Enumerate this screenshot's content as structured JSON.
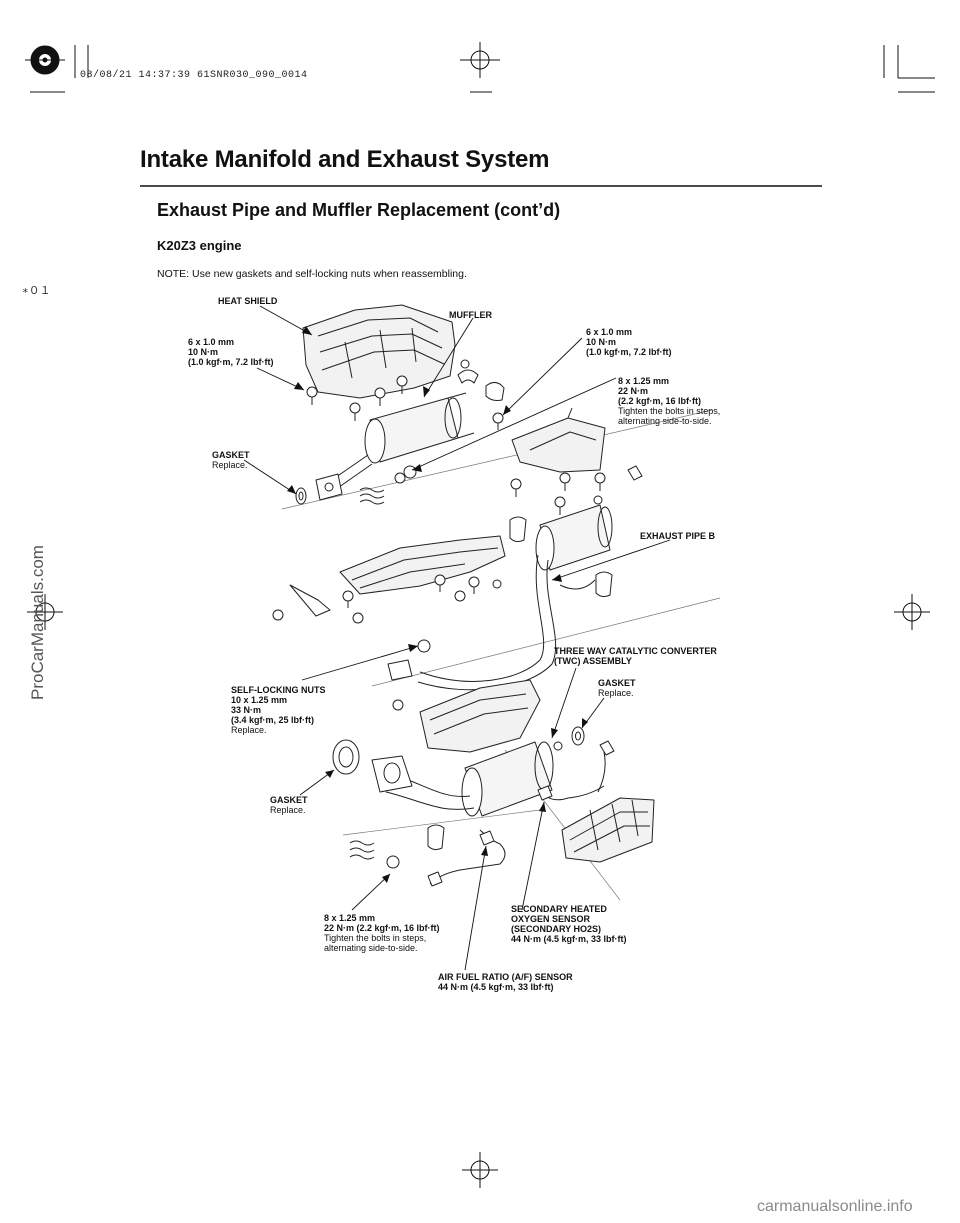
{
  "header": {
    "print_stamp": "08/08/21 14:37:39 61SNR030_090_0014",
    "title": "Intake Manifold and Exhaust System",
    "section_title": "Exhaust Pipe and Muffler Replacement (cont’d)",
    "engine_label": "K20Z3 engine",
    "note": "NOTE: Use new gaskets and self-locking nuts when reassembling."
  },
  "margin_ref": "∗０１",
  "callouts": {
    "heat_shield": {
      "title": "HEAT SHIELD"
    },
    "muffler": {
      "title": "MUFFLER"
    },
    "bolt_left": {
      "lines": [
        "6 x 1.0 mm",
        "10 N·m",
        "(1.0 kgf·m, 7.2 lbf·ft)"
      ]
    },
    "bolt_right": {
      "lines": [
        "6 x 1.0 mm",
        "10 N·m",
        "(1.0 kgf·m, 7.2 lbf·ft)"
      ]
    },
    "bolt_upper_steps": {
      "lines": [
        "8 x 1.25 mm",
        "22 N·m",
        "(2.2 kgf·m, 16 lbf·ft)"
      ],
      "notes": [
        "Tighten the bolts in steps,",
        "alternating side-to-side."
      ]
    },
    "gasket_upper": {
      "title": "GASKET",
      "note": "Replace."
    },
    "exhaust_pipe_b": {
      "title": "EXHAUST PIPE B"
    },
    "twc": {
      "lines": [
        "THREE WAY CATALYTIC CONVERTER",
        "(TWC) ASSEMBLY"
      ]
    },
    "gasket_right": {
      "title": "GASKET",
      "note": "Replace."
    },
    "self_locking_nuts": {
      "lines": [
        "SELF-LOCKING NUTS",
        "10 x 1.25 mm",
        "33 N·m",
        "(3.4 kgf·m, 25 lbf·ft)"
      ],
      "note": "Replace."
    },
    "gasket_lower": {
      "title": "GASKET",
      "note": "Replace."
    },
    "bolt_lower_steps": {
      "lines": [
        "8 x 1.25 mm",
        "22 N·m (2.2 kgf·m, 16 lbf·ft)"
      ],
      "notes": [
        "Tighten the bolts in steps,",
        "alternating side-to-side."
      ]
    },
    "secondary_ho2s": {
      "lines": [
        "SECONDARY HEATED",
        "OXYGEN SENSOR",
        "(SECONDARY HO2S)",
        "44 N·m (4.5 kgf·m, 33 lbf·ft)"
      ]
    },
    "af_sensor": {
      "lines": [
        "AIR FUEL RATIO (A/F) SENSOR",
        "44 N·m  (4.5 kgf·m, 33 lbf·ft)"
      ]
    }
  },
  "watermarks": {
    "side": "ProCarManuals.com",
    "footer": "carmanualsonline.info"
  }
}
